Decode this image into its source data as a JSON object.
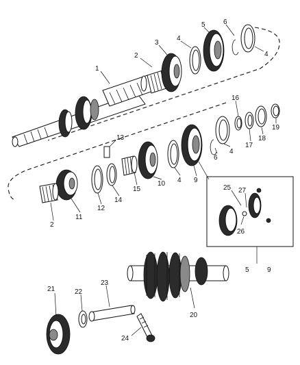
{
  "callouts": {
    "c1": "1",
    "c2a": "2",
    "c3": "3",
    "c4a": "4",
    "c5a": "5",
    "c6a": "6",
    "c4b": "4",
    "c16": "16",
    "c19": "19",
    "c18": "18",
    "c17": "17",
    "c4c": "4",
    "c6b": "6",
    "c13": "13",
    "c10": "10",
    "c4d": "4",
    "c9a": "9",
    "c15": "15",
    "c14": "14",
    "c12": "12",
    "c11": "11",
    "c2b": "2",
    "c25": "25",
    "c27": "27",
    "c26": "26",
    "c5b": "5",
    "c9b": "9",
    "c20": "20",
    "c21": "21",
    "c22": "22",
    "c23": "23",
    "c24": "24"
  }
}
